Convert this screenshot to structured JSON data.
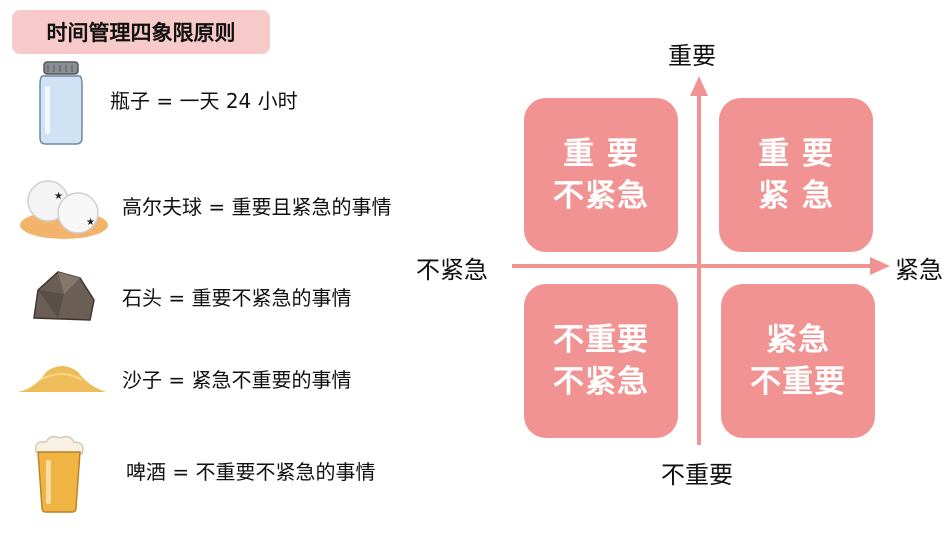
{
  "title": "时间管理四象限原则",
  "legend": [
    {
      "icon": "jar-icon",
      "text": "瓶子 = 一天 24 小时"
    },
    {
      "icon": "golf-balls-icon",
      "text": "高尔夫球 = 重要且紧急的事情"
    },
    {
      "icon": "rock-icon",
      "text": "石头 = 重要不紧急的事情"
    },
    {
      "icon": "sand-pile-icon",
      "text": "沙子 = 紧急不重要的事情"
    },
    {
      "icon": "beer-glass-icon",
      "text": "啤酒 = 不重要不紧急的事情"
    }
  ],
  "axes": {
    "top": "重要",
    "bottom": "不重要",
    "left": "不紧急",
    "right": "紧急"
  },
  "quadrants": {
    "top_left": "重 要\n不紧急",
    "top_right": "重 要\n紧 急",
    "bottom_left": "不重要\n不紧急",
    "bottom_right": "紧急\n不重要"
  },
  "colors": {
    "quadrant_fill": "#f29393",
    "title_badge": "#f7c9c9",
    "axis": "#f29393"
  }
}
